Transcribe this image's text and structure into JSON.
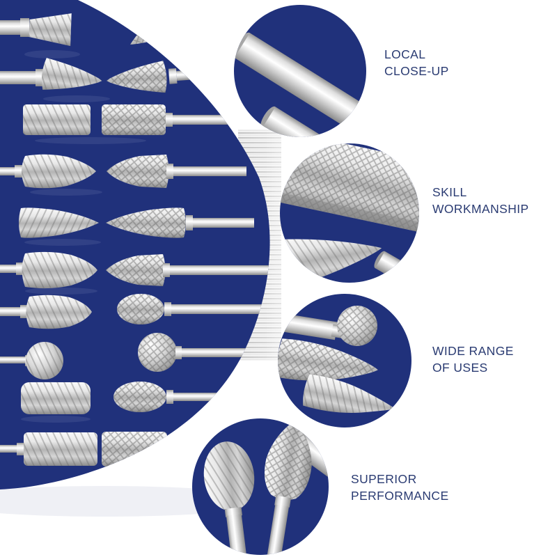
{
  "page": {
    "background": "#ffffff"
  },
  "colors": {
    "navy": "#20317b",
    "label_text": "#2a3b72",
    "page_bg": "#ffffff",
    "metal_light": "#f2f2f2",
    "metal_dark": "#8a8a8a",
    "stripe_gray": "#c6c6c6"
  },
  "main_photo": {
    "name": "carbide-rotary-burr-set",
    "bit_shapes": [
      "inverted-cone",
      "tapered-tree",
      "pointed-cone",
      "cylinder",
      "flame",
      "pointed-flame",
      "oval",
      "ball",
      "rounded-cylinder",
      "long-cylinder"
    ]
  },
  "callouts": [
    {
      "id": "local-close-up",
      "photo": "smooth-shank-close-up",
      "label_line1": "LOCAL",
      "label_line2": "CLOSE-UP"
    },
    {
      "id": "skill-workmanship",
      "photo": "cross-cut-flutes-close-up",
      "label_line1": "SKILL",
      "label_line2": "WORKMANSHIP"
    },
    {
      "id": "wide-range-of-uses",
      "photo": "ball-tree-taper-close-up",
      "label_line1": "WIDE RANGE",
      "label_line2": "OF USES"
    },
    {
      "id": "superior-performance",
      "photo": "oval-flame-close-up",
      "label_line1": "SUPERIOR",
      "label_line2": "PERFORMANCE"
    }
  ]
}
